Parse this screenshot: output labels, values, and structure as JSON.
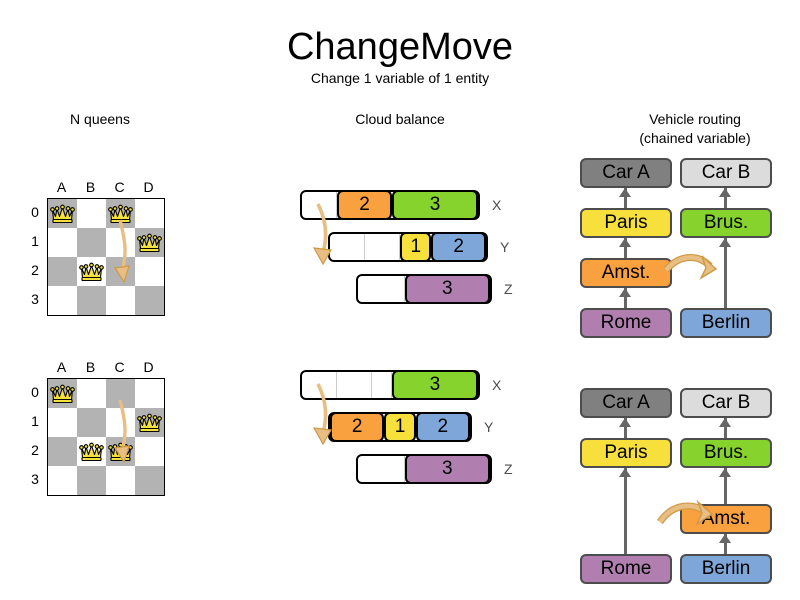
{
  "header": {
    "title": "ChangeMove",
    "subtitle": "Change 1 variable of 1 entity"
  },
  "sections": {
    "nqueens": {
      "heading": "N queens"
    },
    "cloud": {
      "heading": "Cloud balance"
    },
    "vehicle": {
      "heading_line1": "Vehicle routing",
      "heading_line2": "(chained variable)"
    }
  },
  "colors": {
    "orange": "#f9a03f",
    "green": "#86d32e",
    "yellow": "#f7e03c",
    "blue": "#7ea6d8",
    "purple": "#b07fb0",
    "gray_dark": "#808080",
    "gray_light": "#dcdcdc",
    "board_dark": "#b3b3b3",
    "board_light": "#ffffff",
    "arrow": "#e8be84",
    "arrow_stroke": "#cf9a46",
    "link": "#666666"
  },
  "nqueens": {
    "column_labels": [
      "A",
      "B",
      "C",
      "D"
    ],
    "row_labels": [
      "0",
      "1",
      "2",
      "3"
    ],
    "before": {
      "queens": [
        {
          "col": 0,
          "row": 0
        },
        {
          "col": 2,
          "row": 0
        },
        {
          "col": 3,
          "row": 1
        },
        {
          "col": 1,
          "row": 2
        }
      ],
      "move": {
        "from": "C0",
        "to": "C2"
      }
    },
    "after": {
      "queens": [
        {
          "col": 0,
          "row": 0
        },
        {
          "col": 3,
          "row": 1
        },
        {
          "col": 1,
          "row": 2
        },
        {
          "col": 2,
          "row": 2
        }
      ],
      "move": {
        "from": "C0",
        "to": "C2"
      }
    }
  },
  "cloud": {
    "before": [
      {
        "label": "X",
        "segments": [
          {
            "value": "",
            "width": 36,
            "color": "empty"
          },
          {
            "value": "2",
            "width": 56,
            "color": "#f9a03f"
          },
          {
            "value": "3",
            "width": 88,
            "color": "#86d32e"
          }
        ]
      },
      {
        "label": "Y",
        "segments": [
          {
            "value": "",
            "width": 36,
            "color": "empty"
          },
          {
            "value": "",
            "width": 36,
            "color": "empty"
          },
          {
            "value": "1",
            "width": 32,
            "color": "#f7e03c"
          },
          {
            "value": "2",
            "width": 56,
            "color": "#7ea6d8"
          }
        ]
      },
      {
        "label": "Z",
        "segments": [
          {
            "value": "",
            "width": 48,
            "color": "empty"
          },
          {
            "value": "3",
            "width": 88,
            "color": "#b07fb0"
          }
        ]
      }
    ],
    "after": [
      {
        "label": "X",
        "segments": [
          {
            "value": "",
            "width": 36,
            "color": "empty"
          },
          {
            "value": "",
            "width": 36,
            "color": "empty"
          },
          {
            "value": "",
            "width": 20,
            "color": "empty"
          },
          {
            "value": "3",
            "width": 88,
            "color": "#86d32e"
          }
        ]
      },
      {
        "label": "Y",
        "segments": [
          {
            "value": "2",
            "width": 56,
            "color": "#f9a03f"
          },
          {
            "value": "1",
            "width": 32,
            "color": "#f7e03c"
          },
          {
            "value": "2",
            "width": 56,
            "color": "#7ea6d8"
          }
        ]
      },
      {
        "label": "Z",
        "segments": [
          {
            "value": "",
            "width": 48,
            "color": "empty"
          },
          {
            "value": "3",
            "width": 88,
            "color": "#b07fb0"
          }
        ]
      }
    ],
    "move": {
      "from": "X",
      "to": "Y",
      "entity": "2"
    }
  },
  "vehicle": {
    "before": {
      "chain_a": [
        "Car A",
        "Paris",
        "Amst.",
        "Rome"
      ],
      "chain_b": [
        "Car B",
        "Brus.",
        "Berlin"
      ],
      "move": {
        "entity": "Amst.",
        "from": "Car A chain",
        "to": "Car B chain"
      }
    },
    "after": {
      "chain_a": [
        "Car A",
        "Paris",
        "Rome"
      ],
      "chain_b": [
        "Car B",
        "Brus.",
        "Amst.",
        "Berlin"
      ],
      "move": {
        "entity": "Amst.",
        "from": "Car A chain",
        "to": "Car B chain"
      }
    },
    "node_colors": {
      "Car A": "#808080",
      "Car B": "#dcdcdc",
      "Paris": "#f7e03c",
      "Brus.": "#86d32e",
      "Amst.": "#f9a03f",
      "Rome": "#b07fb0",
      "Berlin": "#7ea6d8"
    }
  }
}
